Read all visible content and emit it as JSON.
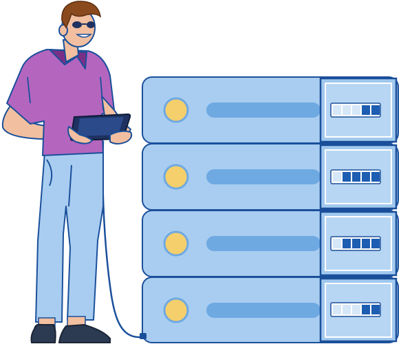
{
  "illustration": {
    "subject": "person-with-tablet-next-to-server-rack",
    "server_units": [
      {
        "id": "unit-1",
        "filled_level_segments": 2,
        "total_level_segments": 5
      },
      {
        "id": "unit-2",
        "filled_level_segments": 4,
        "total_level_segments": 5
      },
      {
        "id": "unit-3",
        "filled_level_segments": 4,
        "total_level_segments": 5
      },
      {
        "id": "unit-4",
        "filled_level_segments": 2,
        "total_level_segments": 5
      }
    ],
    "colors": {
      "server_body": "#a9cdf0",
      "server_panel": "#a1c8ee",
      "server_bar": "#6ea9e2",
      "outline": "#1a4f9a",
      "led": "#f5cf6c",
      "level_fill": "#1d5db2",
      "level_empty": "#d6e7f8",
      "shirt": "#b466bf",
      "pants": "#a9cdf0",
      "skin": "#f2bfa0",
      "hair": "#8b4a1e",
      "tablet": "#1e3160",
      "shoes": "#2c3a52",
      "cable": "#1a4f9a"
    }
  }
}
